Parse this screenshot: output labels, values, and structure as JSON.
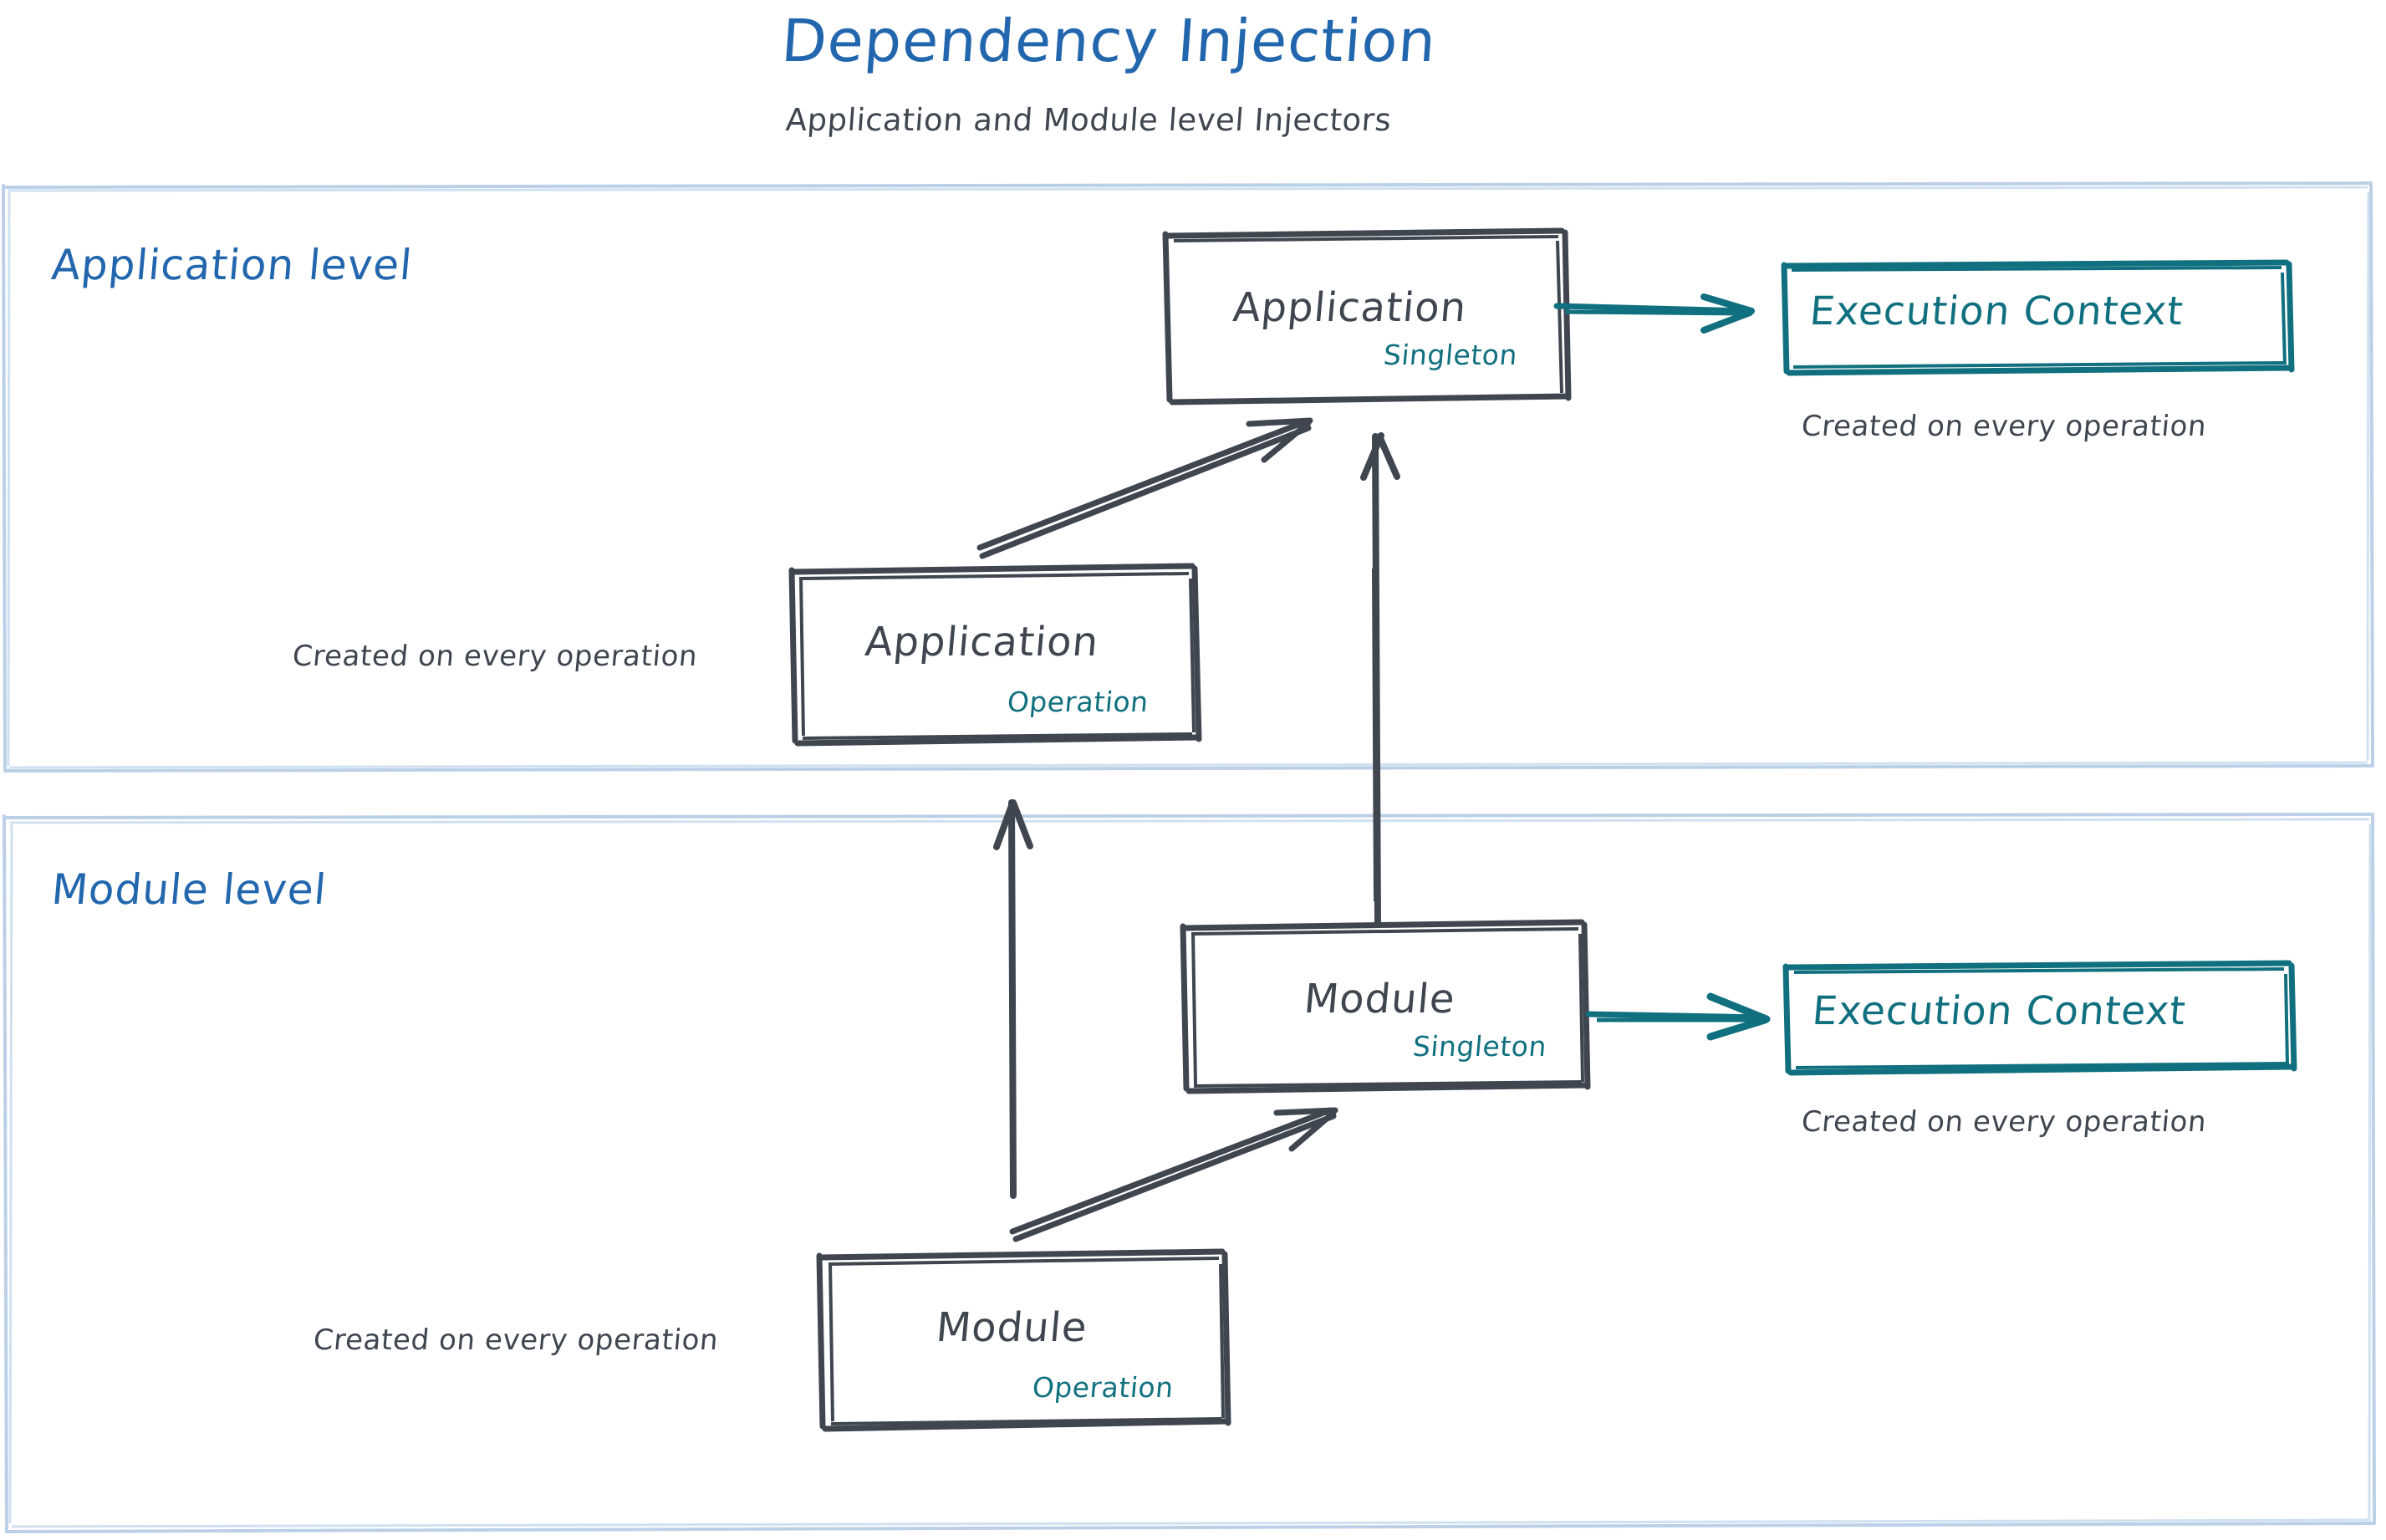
{
  "header": {
    "title": "Dependency Injection",
    "subtitle": "Application and Module level Injectors",
    "title_color": "#2266AE",
    "subtitle_color": "#3F4650"
  },
  "colors": {
    "accent_blue": "#2266AE",
    "ink_dark": "#3F4650",
    "teal": "#11707F",
    "section_border": "#BBD0E6"
  },
  "sections": [
    {
      "id": "application-level",
      "title": "Application level",
      "nodes": [
        {
          "id": "application-singleton",
          "main": "Application",
          "sub": "Singleton"
        },
        {
          "id": "application-execution-context",
          "main": "Execution Context",
          "caption": "Created on every operation"
        },
        {
          "id": "application-operation",
          "main": "Application",
          "sub": "Operation",
          "caption": "Created on every operation"
        }
      ]
    },
    {
      "id": "module-level",
      "title": "Module level",
      "nodes": [
        {
          "id": "module-singleton",
          "main": "Module",
          "sub": "Singleton"
        },
        {
          "id": "module-execution-context",
          "main": "Execution Context",
          "caption": "Created on every operation"
        },
        {
          "id": "module-operation",
          "main": "Module",
          "sub": "Operation",
          "caption": "Created on every operation"
        }
      ]
    }
  ]
}
